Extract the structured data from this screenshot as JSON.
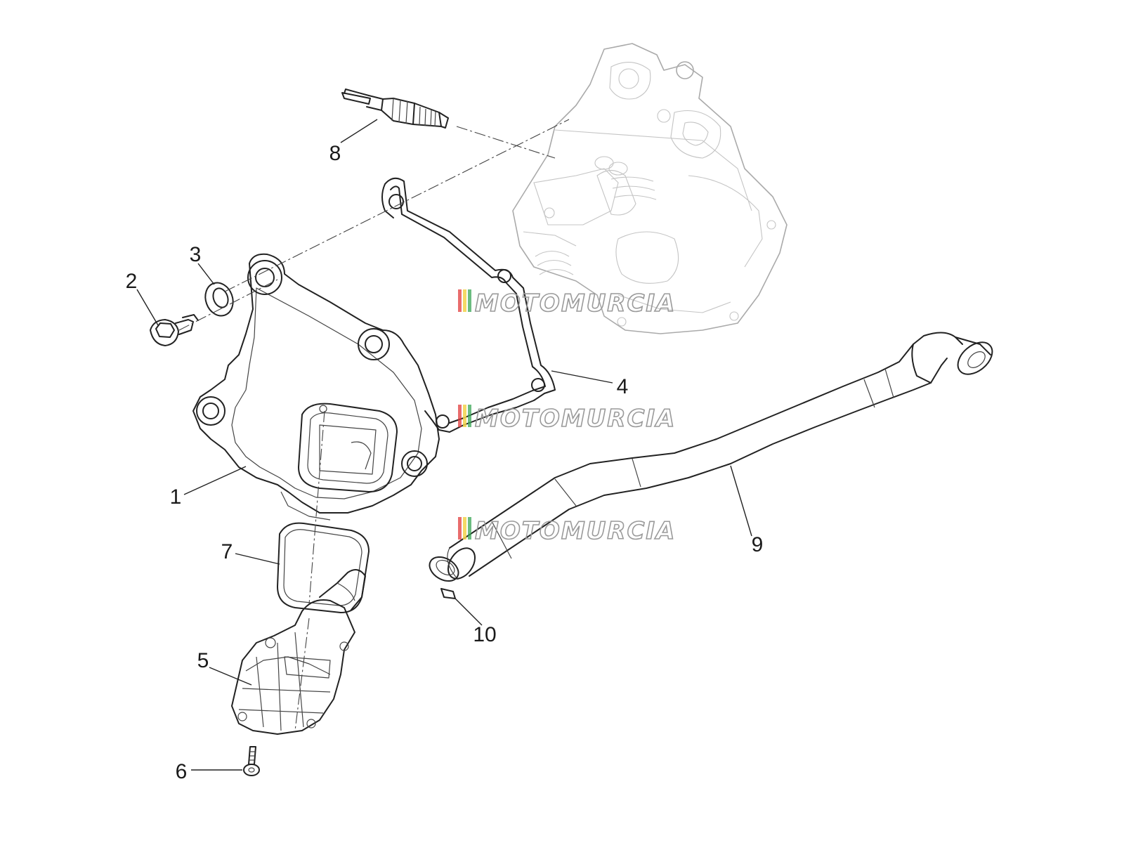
{
  "diagram": {
    "callouts": [
      {
        "id": "1",
        "label": "1",
        "part": "cylinder-head-cover"
      },
      {
        "id": "2",
        "label": "2",
        "part": "flanged-bolt"
      },
      {
        "id": "3",
        "label": "3",
        "part": "sealing-washer"
      },
      {
        "id": "4",
        "label": "4",
        "part": "cover-gasket"
      },
      {
        "id": "5",
        "label": "5",
        "part": "blow-by-cover"
      },
      {
        "id": "6",
        "label": "6",
        "part": "screw"
      },
      {
        "id": "7",
        "label": "7",
        "part": "o-ring-seal"
      },
      {
        "id": "8",
        "label": "8",
        "part": "spark-plug"
      },
      {
        "id": "9",
        "label": "9",
        "part": "breather-hose"
      },
      {
        "id": "10",
        "label": "10",
        "part": "hose-clamp"
      }
    ],
    "watermark": "MOTOMURCIA"
  },
  "colors": {
    "line": "#222222",
    "ghost": "#aaaaaa",
    "watermark_stroke": "#9a9a9a",
    "stripe_red": "#e23b3b",
    "stripe_yellow": "#f2d24a",
    "stripe_green": "#3aa655"
  }
}
